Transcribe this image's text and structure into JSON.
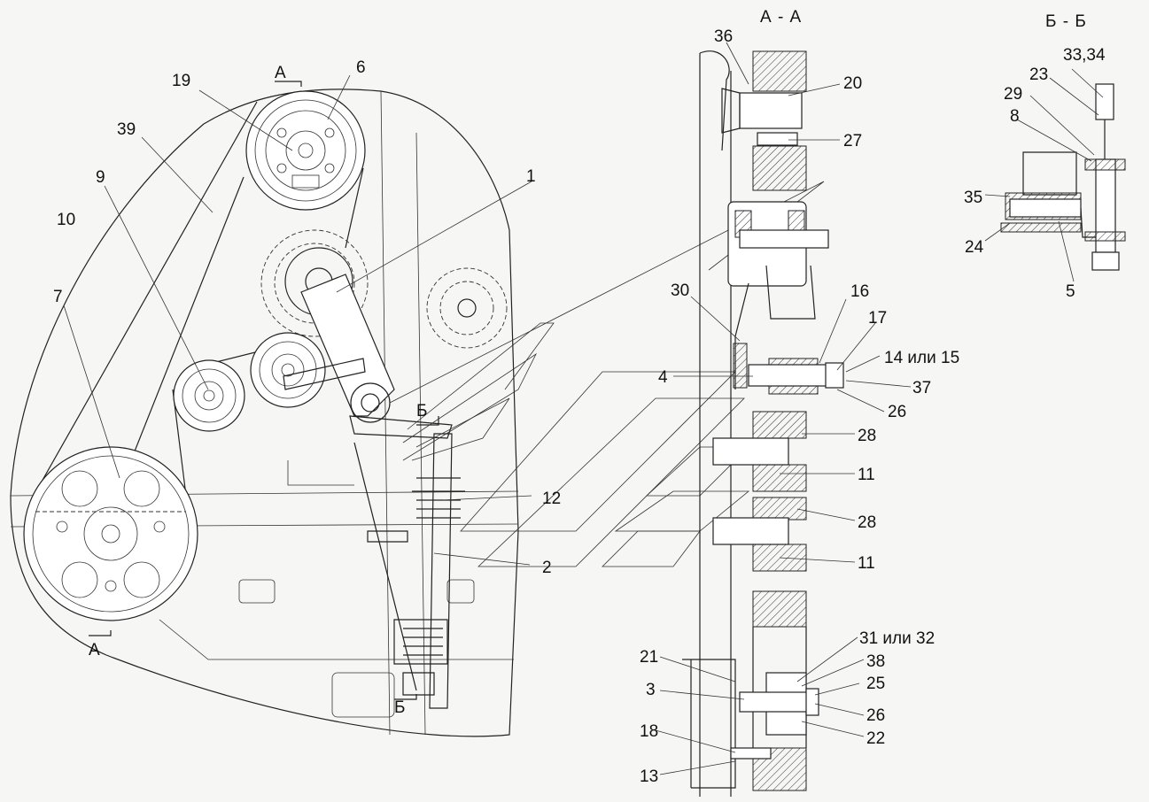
{
  "sections": {
    "aa_title": "А - А",
    "bb_title": "Б - Б",
    "cut_a": "А",
    "cut_b": "Б"
  },
  "callouts": {
    "c1": "1",
    "c2": "2",
    "c3": "3",
    "c4": "4",
    "c5": "5",
    "c6": "6",
    "c7": "7",
    "c8": "8",
    "c9": "9",
    "c10": "10",
    "c11": "11",
    "c12": "12",
    "c13": "13",
    "c14_15": "14 или 15",
    "c16": "16",
    "c17": "17",
    "c18": "18",
    "c19": "19",
    "c20": "20",
    "c21": "21",
    "c22": "22",
    "c23": "23",
    "c24": "24",
    "c25": "25",
    "c26": "26",
    "c27": "27",
    "c28": "28",
    "c29": "29",
    "c30": "30",
    "c31_32": "31 или 32",
    "c33_34": "33,34",
    "c35": "35",
    "c36": "36",
    "c37": "37",
    "c38": "38",
    "c39": "39"
  }
}
